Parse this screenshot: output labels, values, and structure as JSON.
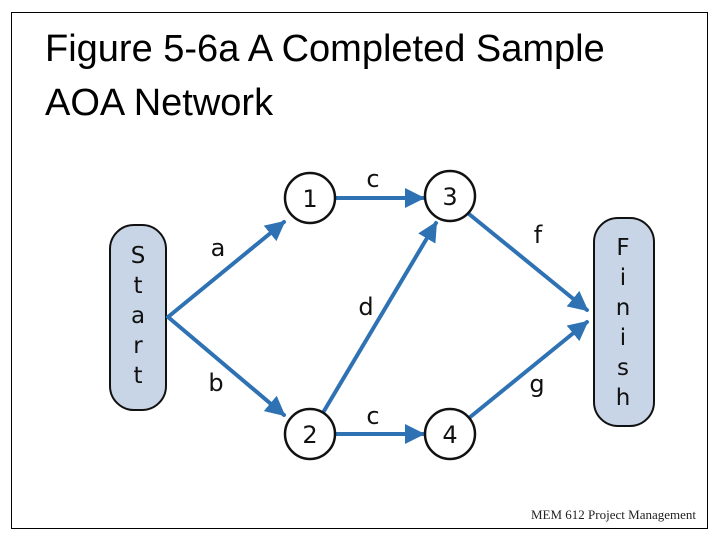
{
  "title": {
    "line1": "Figure 5-6a A Completed Sample",
    "line2": "AOA Network"
  },
  "footer": "MEM 612 Project Management",
  "colors": {
    "arrow": "#2f72b4",
    "terminal_fill": "#c8d5e6",
    "node_stroke": "#111111",
    "node_fill": "#ffffff"
  },
  "network": {
    "start_letters": [
      "S",
      "t",
      "a",
      "r",
      "t"
    ],
    "finish_letters": [
      "F",
      "i",
      "n",
      "i",
      "s",
      "h"
    ],
    "nodes": [
      "1",
      "2",
      "3",
      "4"
    ],
    "activities": [
      {
        "label": "a",
        "from": "Start",
        "to": "1"
      },
      {
        "label": "b",
        "from": "Start",
        "to": "2"
      },
      {
        "label": "c",
        "from": "1",
        "to": "3"
      },
      {
        "label": "c",
        "from": "2",
        "to": "4"
      },
      {
        "label": "d",
        "from": "2",
        "to": "3"
      },
      {
        "label": "f",
        "from": "3",
        "to": "Finish"
      },
      {
        "label": "g",
        "from": "4",
        "to": "Finish"
      }
    ]
  }
}
